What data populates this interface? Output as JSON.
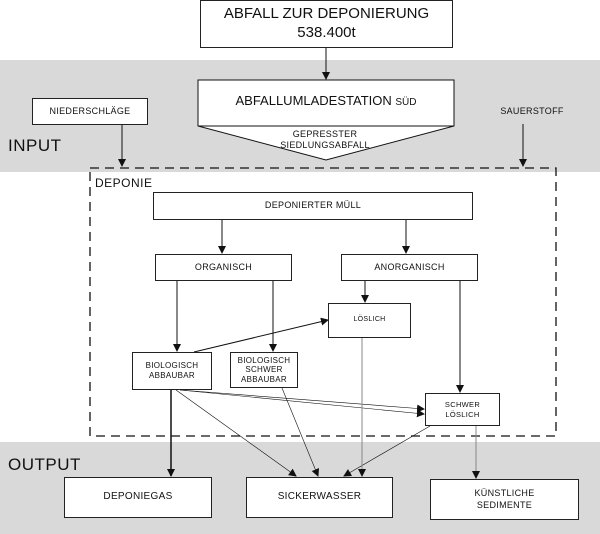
{
  "top_box": {
    "line1": "ABFALL ZUR DEPONIERUNG",
    "line2": "538.400t"
  },
  "input_label": "INPUT",
  "output_label": "OUTPUT",
  "station": {
    "label_main": "ABFALLUMLADESTATION",
    "label_suffix": "SÜD",
    "pressed_line1": "GEPRESSTER",
    "pressed_line2": "SIEDLUNGSABFALL"
  },
  "niederschlaege": "NIEDERSCHLÄGE",
  "sauerstoff": "SAUERSTOFF",
  "deponie_label": "DEPONIE",
  "deponierter_muell": "DEPONIERTER MÜLL",
  "organisch": "ORGANISCH",
  "anorganisch": "ANORGANISCH",
  "loeslich": "LÖSLICH",
  "bio_abbaubar": {
    "line1": "BIOLOGISCH",
    "line2": "ABBAUBAR"
  },
  "bio_schwer": {
    "line1": "BIOLOGISCH",
    "line2": "SCHWER",
    "line3": "ABBAUBAR"
  },
  "schwer_loeslich": {
    "line1": "SCHWER",
    "line2": "LÖSLICH"
  },
  "deponiegas": "DEPONIEGAS",
  "sickerwasser": "SICKERWASSER",
  "sedimente": {
    "line1": "KÜNSTLICHE",
    "line2": "SEDIMENTE"
  }
}
